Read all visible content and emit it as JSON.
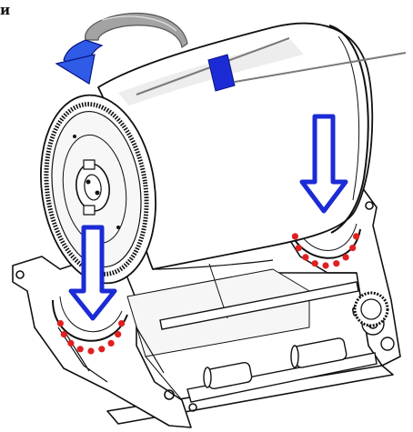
{
  "caption": "и",
  "colors": {
    "line": "#111111",
    "arrow_blue": "#1b2bd6",
    "arrow_blue_outline": "#0a1380",
    "rotation_gray": "#9a9a9a",
    "rotation_blue": "#2f5be6",
    "alignment_dots": "#e02020",
    "paper": "#ffffff",
    "shade": "#e9e9e9"
  },
  "icons": [
    "rotation-arrow-icon",
    "down-arrow-icon",
    "alignment-dot-icon",
    "clip-icon"
  ],
  "parts": [
    "drum",
    "gear-ring",
    "hub",
    "frame",
    "left-cradle",
    "right-cradle",
    "rollers",
    "wire",
    "clip"
  ]
}
